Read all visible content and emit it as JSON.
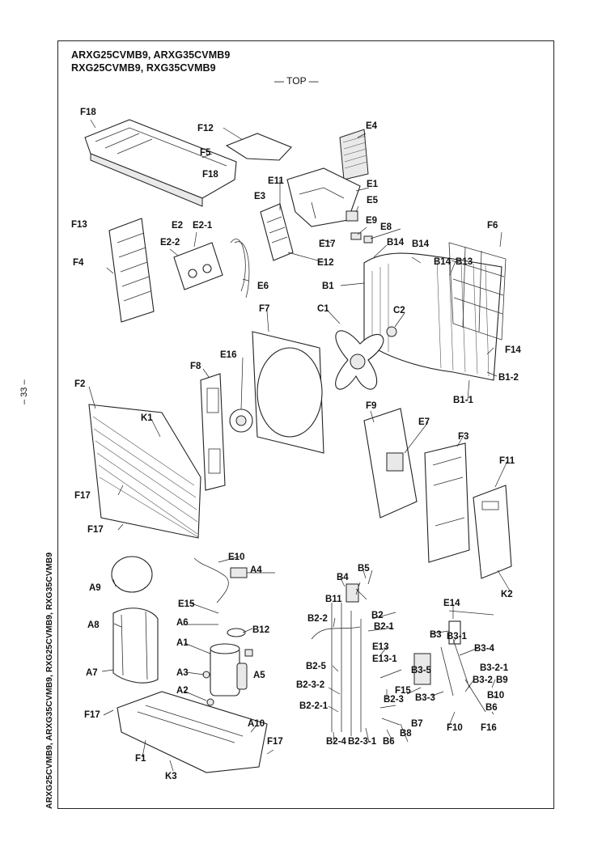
{
  "header": {
    "line1": "ARXG25CVMB9, ARXG35CVMB9",
    "line2": "RXG25CVMB9, RXG35CVMB9",
    "view": "— TOP —"
  },
  "page_number": "– 33 –",
  "side_title": "ARXG25CVMB9, ARXG35CVMB9, RXG25CVMB9, RXG35CVMB9",
  "labels": [
    "F18",
    "F12",
    "E4",
    "F5",
    "F18",
    "E11",
    "E1",
    "E3",
    "E5",
    "F13",
    "E2",
    "E2-1",
    "E9",
    "E8",
    "F6",
    "E2-2",
    "E17",
    "B14",
    "B14",
    "B14",
    "B13",
    "F4",
    "E12",
    "E6",
    "B1",
    "F7",
    "C1",
    "C2",
    "F14",
    "E16",
    "F8",
    "B1-2",
    "B1-1",
    "F2",
    "K1",
    "F9",
    "E7",
    "F3",
    "F11",
    "F17",
    "F17",
    "K2",
    "E10",
    "A4",
    "B5",
    "A9",
    "B4",
    "B11",
    "E14",
    "E15",
    "B2",
    "B2-2",
    "B2-1",
    "A8",
    "A6",
    "B12",
    "B3",
    "B3-1",
    "A1",
    "E13",
    "B3-4",
    "A7",
    "B2-5",
    "E13-1",
    "B3-5",
    "A3",
    "A5",
    "B3-2-1",
    "B2-3-2",
    "F15",
    "B3-3",
    "B3-2",
    "B9",
    "A2",
    "B2-2-1",
    "B2-3",
    "B10",
    "B6",
    "F17",
    "A10",
    "B7",
    "F10",
    "F16",
    "B8",
    "B6",
    "F1",
    "F17",
    "B2-4",
    "B2-3-1",
    "K3"
  ]
}
